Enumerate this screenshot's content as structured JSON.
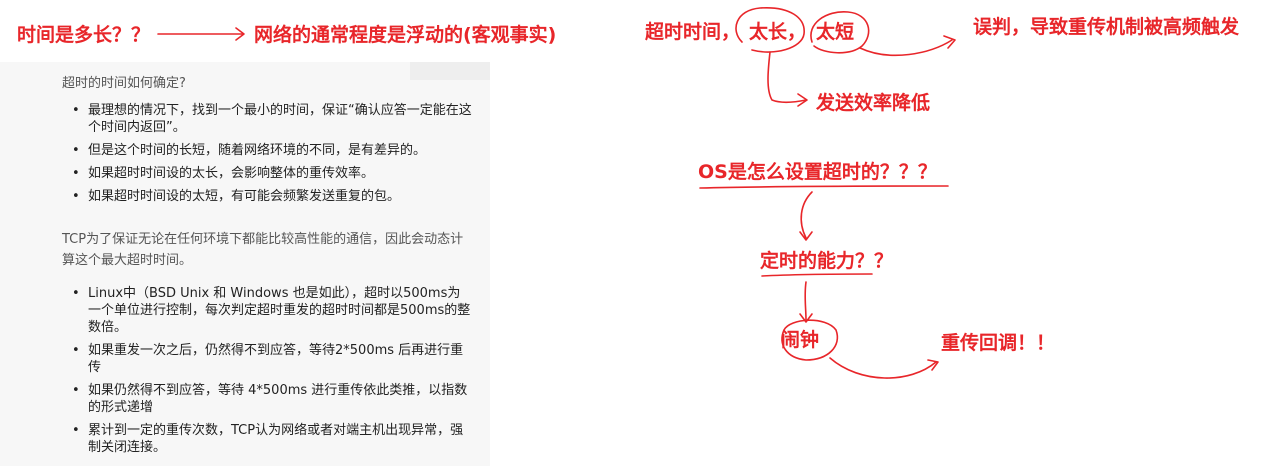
{
  "annotations": {
    "top_question": "时间是多长？？",
    "network_note": "网络的通常程度是浮动的(客观事实)",
    "timeout_prefix": "超时时间，",
    "too_long": "太长，",
    "too_short": "太短",
    "misjudge": "误判，导致重传机制被高频触发",
    "efficiency": "发送效率降低",
    "os_question": "OS是怎么设置超时的？？？",
    "timer_ability": "定时的能力？？",
    "alarm": "闹钟",
    "retransmit_callback": "重传回调！！",
    "ink_color": "#e8262a"
  },
  "document": {
    "question": "超时的时间如何确定?",
    "list1": [
      "最理想的情况下，找到一个最小的时间，保证“确认应答一定能在这个时间内返回”。",
      "但是这个时间的长短，随着网络环境的不同，是有差异的。",
      "如果超时时间设的太长，会影响整体的重传效率。",
      "如果超时时间设的太短，有可能会频繁发送重复的包。"
    ],
    "paragraph": "TCP为了保证无论在任何环境下都能比较高性能的通信，因此会动态计算这个最大超时时间。",
    "list2": [
      "Linux中（BSD Unix 和 Windows 也是如此），超时以500ms为一个单位进行控制，每次判定超时重发的超时时间都是500ms的整数倍。",
      "如果重发一次之后，仍然得不到应答，等待2*500ms 后再进行重传",
      "如果仍然得不到应答，等待 4*500ms 进行重传依此类推，以指数的形式递增",
      "累计到一定的重传次数，TCP认为网络或者对端主机出现异常，强制关闭连接。"
    ]
  }
}
